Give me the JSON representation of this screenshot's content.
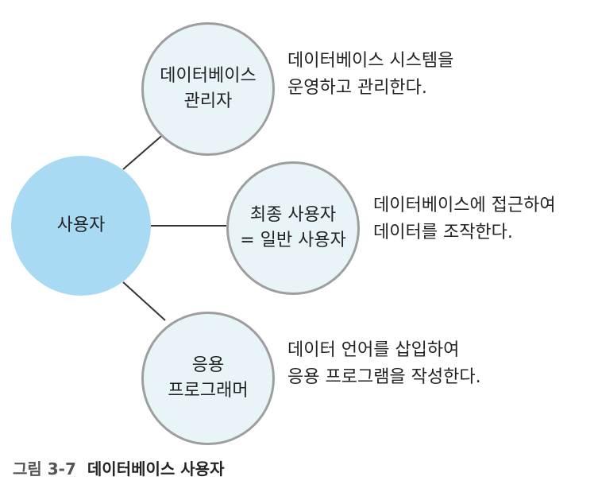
{
  "diagram": {
    "center": {
      "label": "사용자"
    },
    "nodes": [
      {
        "lines": [
          "데이터베이스",
          "관리자"
        ],
        "description": [
          "데이터베이스 시스템을",
          "운영하고 관리한다."
        ]
      },
      {
        "lines": [
          "최종 사용자",
          "= 일반 사용자"
        ],
        "description": [
          "데이터베이스에 접근하여",
          "데이터를 조작한다."
        ]
      },
      {
        "lines": [
          "응용",
          "프로그래머"
        ],
        "description": [
          "데이터 언어를 삽입하여",
          "응용 프로그램을 작성한다."
        ]
      }
    ]
  },
  "caption": {
    "label": "그림 3-7",
    "title": "데이터베이스 사용자"
  },
  "colors": {
    "center_fill": "#a9daf3",
    "node_fill": "#e8f4f8",
    "node_border": "#9e9e9e",
    "connector": "#333333"
  }
}
